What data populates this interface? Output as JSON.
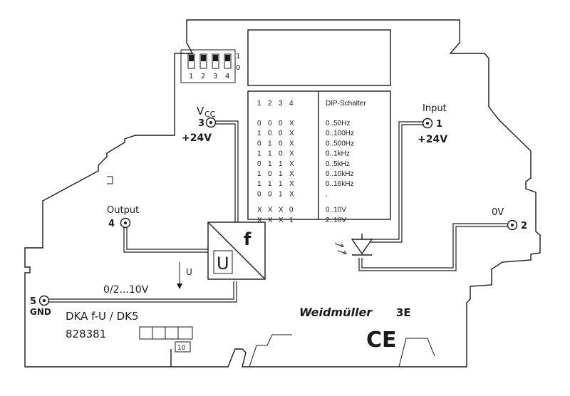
{
  "dip_switch": {
    "on_label": "1",
    "off_label": "0",
    "positions": [
      "1",
      "2",
      "3",
      "4"
    ]
  },
  "table": {
    "columns": [
      "1",
      "2",
      "3",
      "4"
    ],
    "header_right": "DIP-Schalter",
    "rows": [
      {
        "bits": [
          "0",
          "0",
          "0",
          "X"
        ],
        "value": "0..50Hz"
      },
      {
        "bits": [
          "1",
          "0",
          "0",
          "X"
        ],
        "value": "0..100Hz"
      },
      {
        "bits": [
          "0",
          "1",
          "0",
          "X"
        ],
        "value": "0..500Hz"
      },
      {
        "bits": [
          "1",
          "1",
          "0",
          "X"
        ],
        "value": "0..1kHz"
      },
      {
        "bits": [
          "0",
          "1",
          "1",
          "X"
        ],
        "value": "0..5kHz"
      },
      {
        "bits": [
          "1",
          "0",
          "1",
          "X"
        ],
        "value": "0..10kHz"
      },
      {
        "bits": [
          "1",
          "1",
          "1",
          "X"
        ],
        "value": "0..16kHz"
      },
      {
        "bits": [
          "0",
          "0",
          "1",
          "X"
        ],
        "value": "."
      },
      {
        "bits": [
          "X",
          "X",
          "X",
          "0"
        ],
        "value": "0..10V"
      },
      {
        "bits": [
          "X",
          "X",
          "X",
          "1"
        ],
        "value": "2..10V"
      }
    ]
  },
  "terminals": {
    "t3": {
      "number": "3",
      "name_main": "V",
      "name_sub": "CC",
      "voltage": "+24V"
    },
    "t1": {
      "number": "1",
      "name": "Input",
      "voltage": "+24V"
    },
    "t4": {
      "number": "4",
      "name": "Output"
    },
    "t2": {
      "number": "2",
      "name": "0V"
    },
    "t5": {
      "number": "5",
      "name": "GND"
    }
  },
  "converter": {
    "f_label": "f",
    "u_label": "U"
  },
  "output_range": {
    "arrow_label": "U",
    "range": "0/2...10V"
  },
  "product": {
    "model": "DKA f-U / DK5",
    "part_number": "828381",
    "box_label": "10"
  },
  "brand": {
    "name": "Weidmüller",
    "mark": "3E",
    "ce": "CE"
  }
}
